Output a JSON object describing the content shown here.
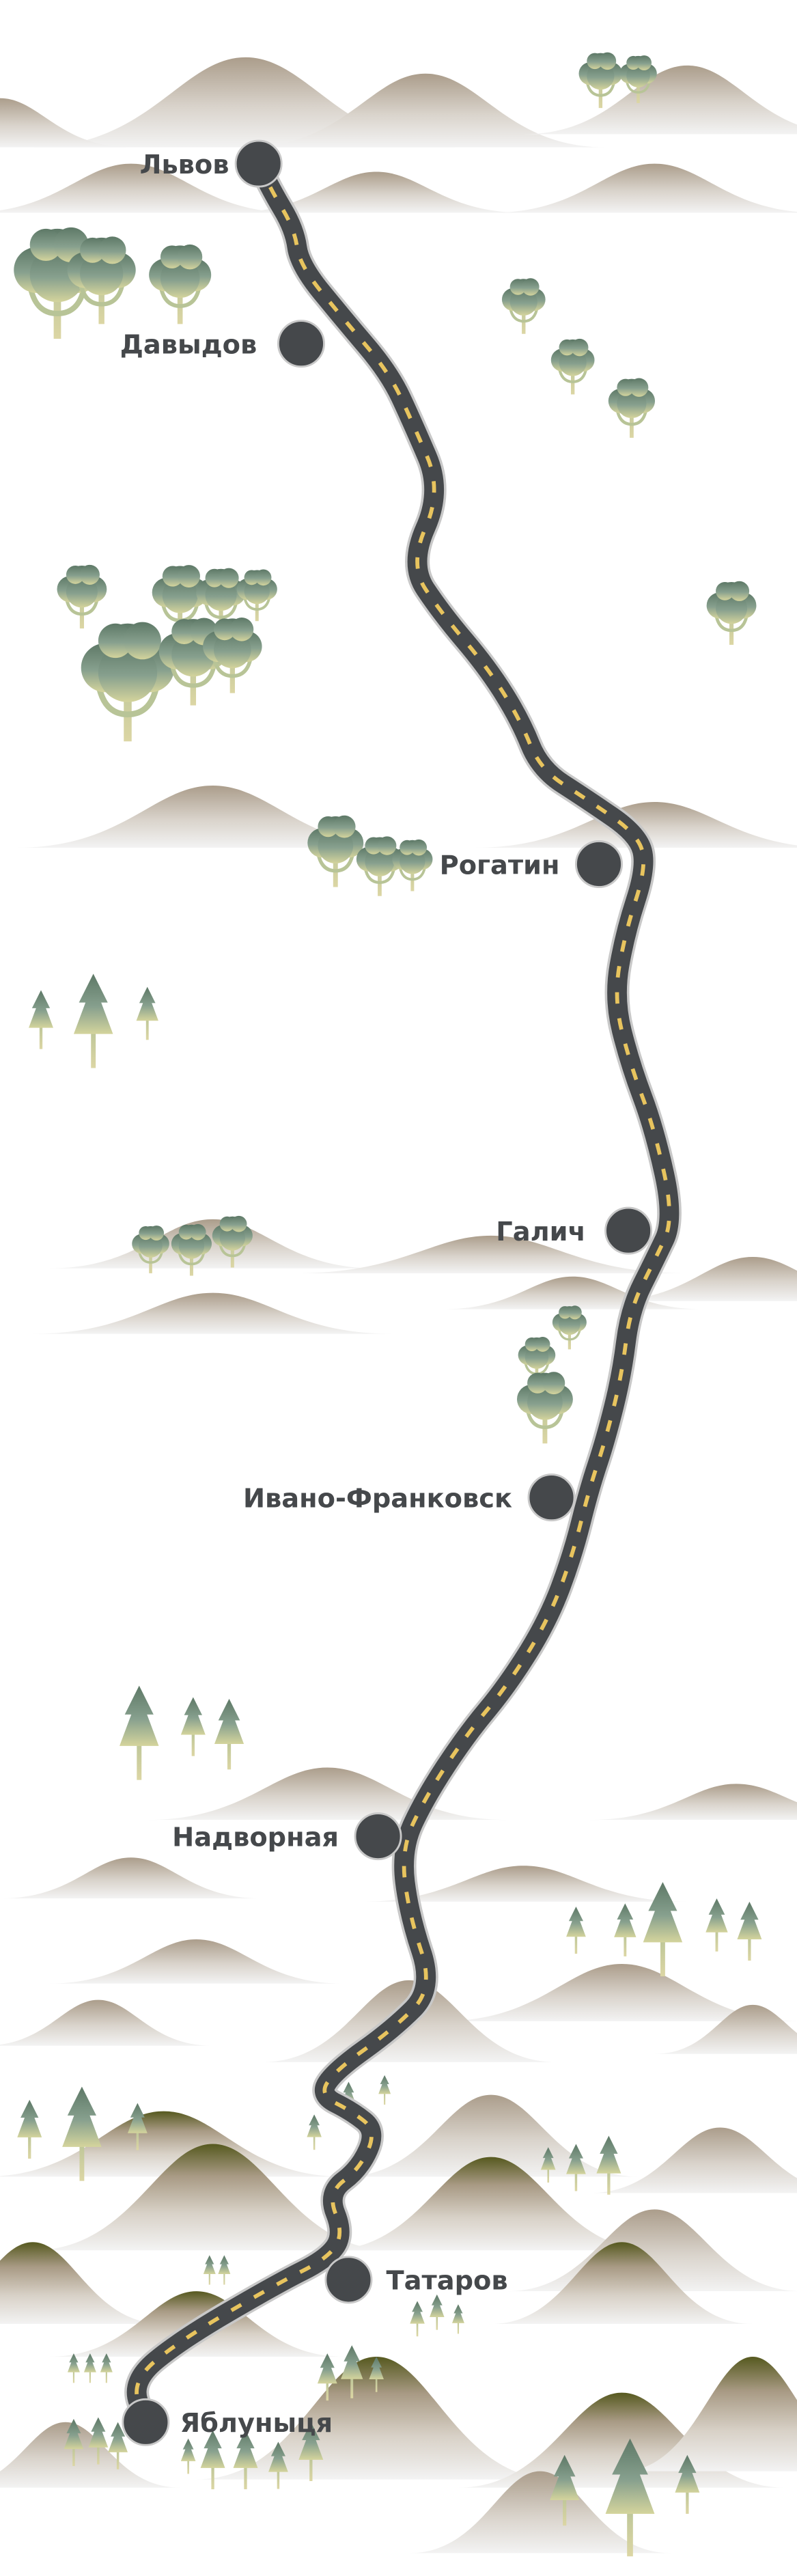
{
  "cities": [
    {
      "name": "Львов"
    },
    {
      "name": "Давыдов"
    },
    {
      "name": "Рогатин"
    },
    {
      "name": "Галич"
    },
    {
      "name": "Ивано-Франковск"
    },
    {
      "name": "Надворная"
    },
    {
      "name": "Татаров"
    },
    {
      "name": "Яблуныця"
    }
  ],
  "colors": {
    "road": "#45484b",
    "road_outline": "#c8c8c8",
    "road_dash": "#e8c45e",
    "hill_top": "#b0a290",
    "hill_olive": "#5a5e25",
    "tree_top": "#5d7866",
    "tree_bottom": "#cfd09a"
  }
}
